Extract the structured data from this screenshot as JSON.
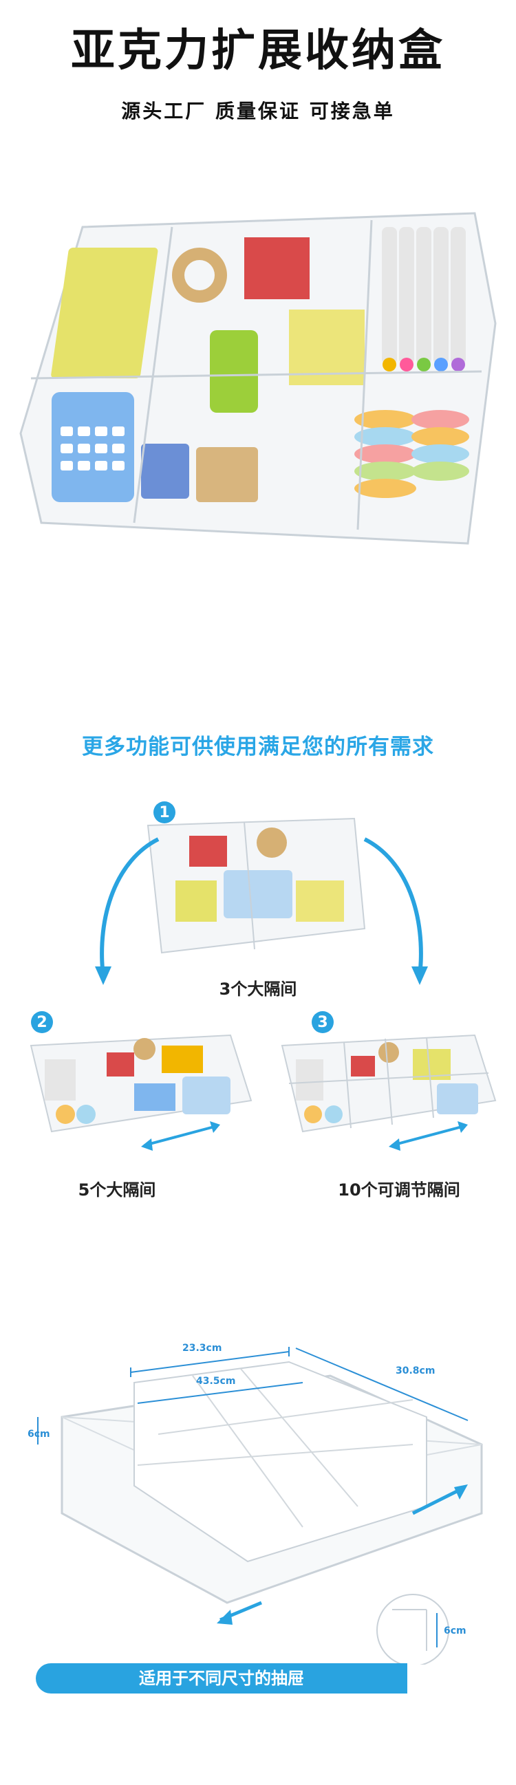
{
  "header": {
    "title": "亚克力扩展收纳盒",
    "subtitle": "源头工厂  质量保证  可接急单"
  },
  "features": {
    "heading": "更多功能可供使用满足您的所有需求",
    "options": [
      {
        "badge": "1",
        "caption": "3个大隔间"
      },
      {
        "badge": "2",
        "caption": "5个大隔间"
      },
      {
        "badge": "3",
        "caption": "10个可调节隔间"
      }
    ]
  },
  "dimensions": {
    "width_inner": "23.3cm",
    "width_outer": "43.5cm",
    "depth": "30.8cm",
    "height": "6cm",
    "height_detail": "6cm",
    "banner": "适用于不同尺寸的抽屉"
  },
  "colors": {
    "accent": "#29a3e0",
    "heading": "#2aa6e6"
  }
}
